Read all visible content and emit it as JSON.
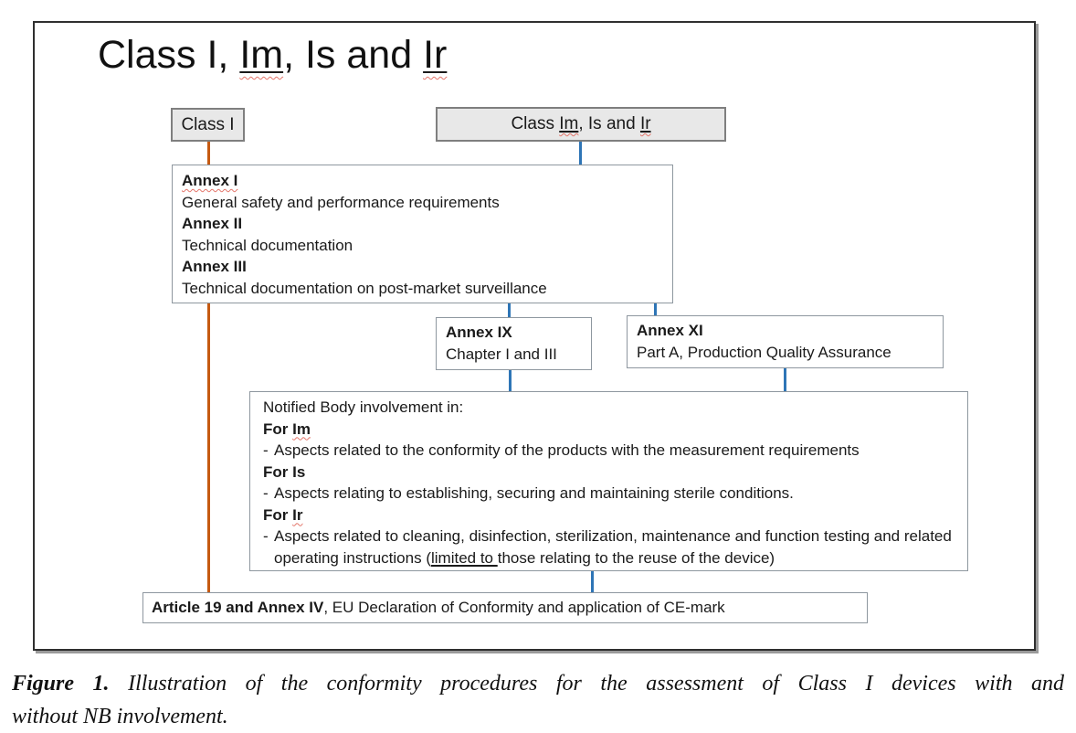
{
  "figure": {
    "title": {
      "p1": "Class I, ",
      "p2": "Im",
      "p3": ", Is and ",
      "p4": "Ir"
    },
    "boxes": {
      "class_i": {
        "label": "Class I"
      },
      "class_im_is_ir": {
        "p1": "Class ",
        "p2": "Im",
        "p3": ", Is and ",
        "p4": "Ir"
      },
      "annex_requirements": {
        "annex_i_title": "Annex I",
        "annex_i_desc": "General safety and performance requirements",
        "annex_ii_title": "Annex II",
        "annex_ii_desc": "Technical documentation",
        "annex_iii_title": "Annex III",
        "annex_iii_desc": "Technical documentation on post-market surveillance"
      },
      "annex_ix": {
        "title": "Annex IX",
        "desc": "Chapter I and III"
      },
      "annex_xi": {
        "title": "Annex XI",
        "desc": "Part A, Production Quality Assurance"
      },
      "notified_body": {
        "heading": "Notified Body involvement in:",
        "bullet_marker": "-",
        "for_im": {
          "p1": "For ",
          "term": "Im"
        },
        "im_bullet": "Aspects related to the conformity of the products with the measurement requirements",
        "for_is": "For Is",
        "is_bullet": "Aspects relating to establishing, securing and maintaining sterile conditions.",
        "for_ir": {
          "p1": "For ",
          "term": "Ir"
        },
        "ir_bullet": {
          "p1": "Aspects related to cleaning, disinfection, sterilization, maintenance and function testing and related operating instructions (",
          "underlined": "limited to ",
          "p2": "those relating to the reuse of the device)"
        }
      },
      "article_19": {
        "bold": "Article 19 and Annex IV",
        "rest": ", EU Declaration of Conformity and application of CE-mark"
      }
    },
    "connectors": {
      "class_i_color": "#C55A11",
      "class_im_color": "#2E75B6"
    }
  },
  "caption": {
    "label": "Figure 1.",
    "line1": "Illustration of the conformity procedures for the assessment of Class I devices with and",
    "line2": "without NB involvement."
  }
}
